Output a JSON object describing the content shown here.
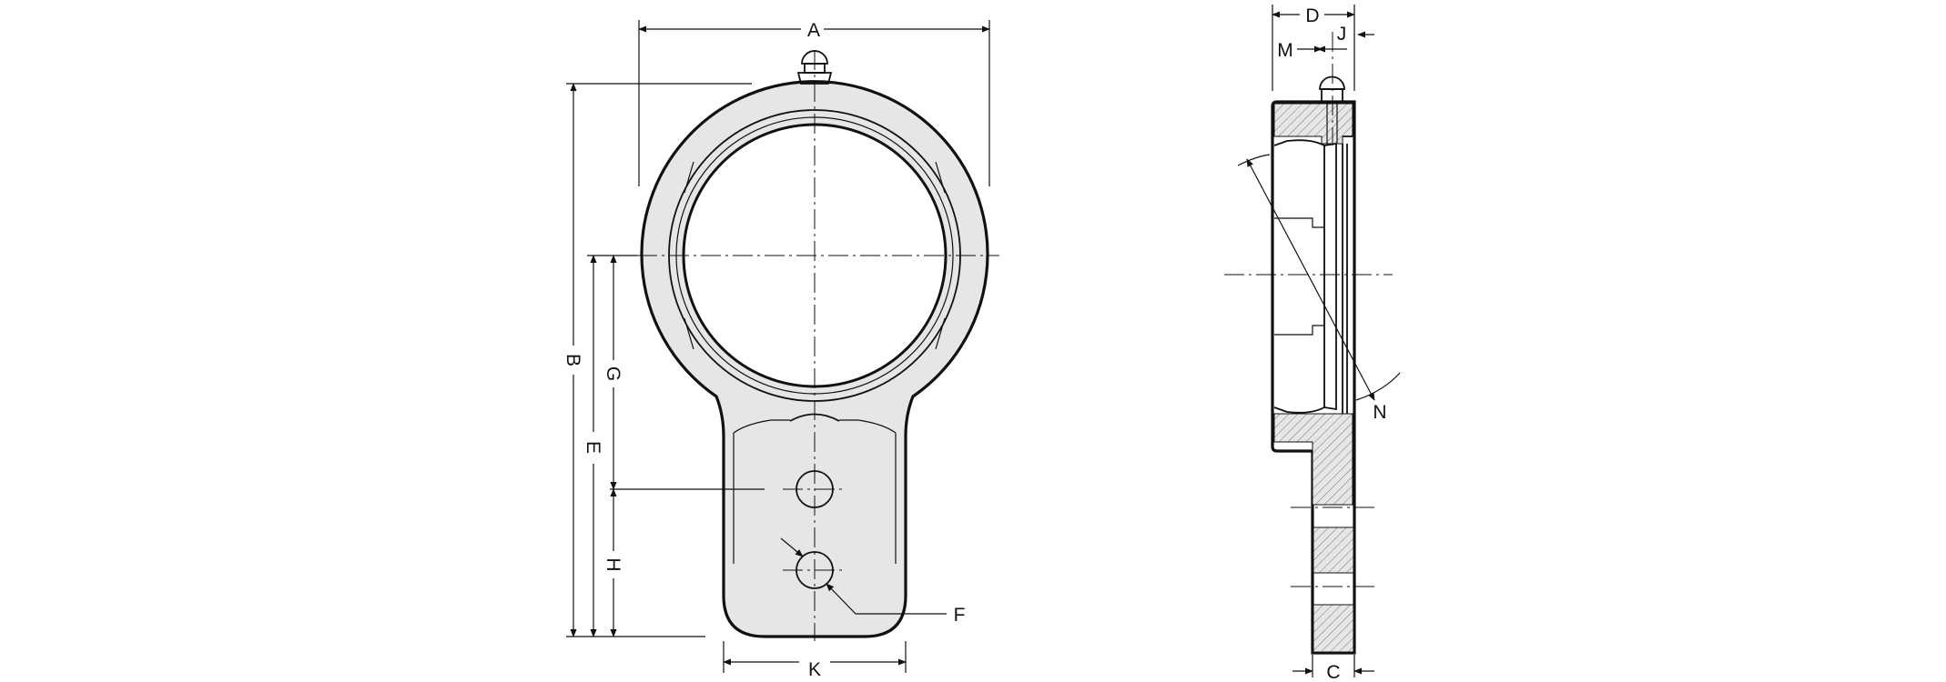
{
  "drawing": {
    "labels": {
      "A": "A",
      "B": "B",
      "C": "C",
      "D": "D",
      "E": "E",
      "F": "F",
      "G": "G",
      "H": "H",
      "J": "J",
      "K": "K",
      "M": "M",
      "N": "N"
    }
  }
}
